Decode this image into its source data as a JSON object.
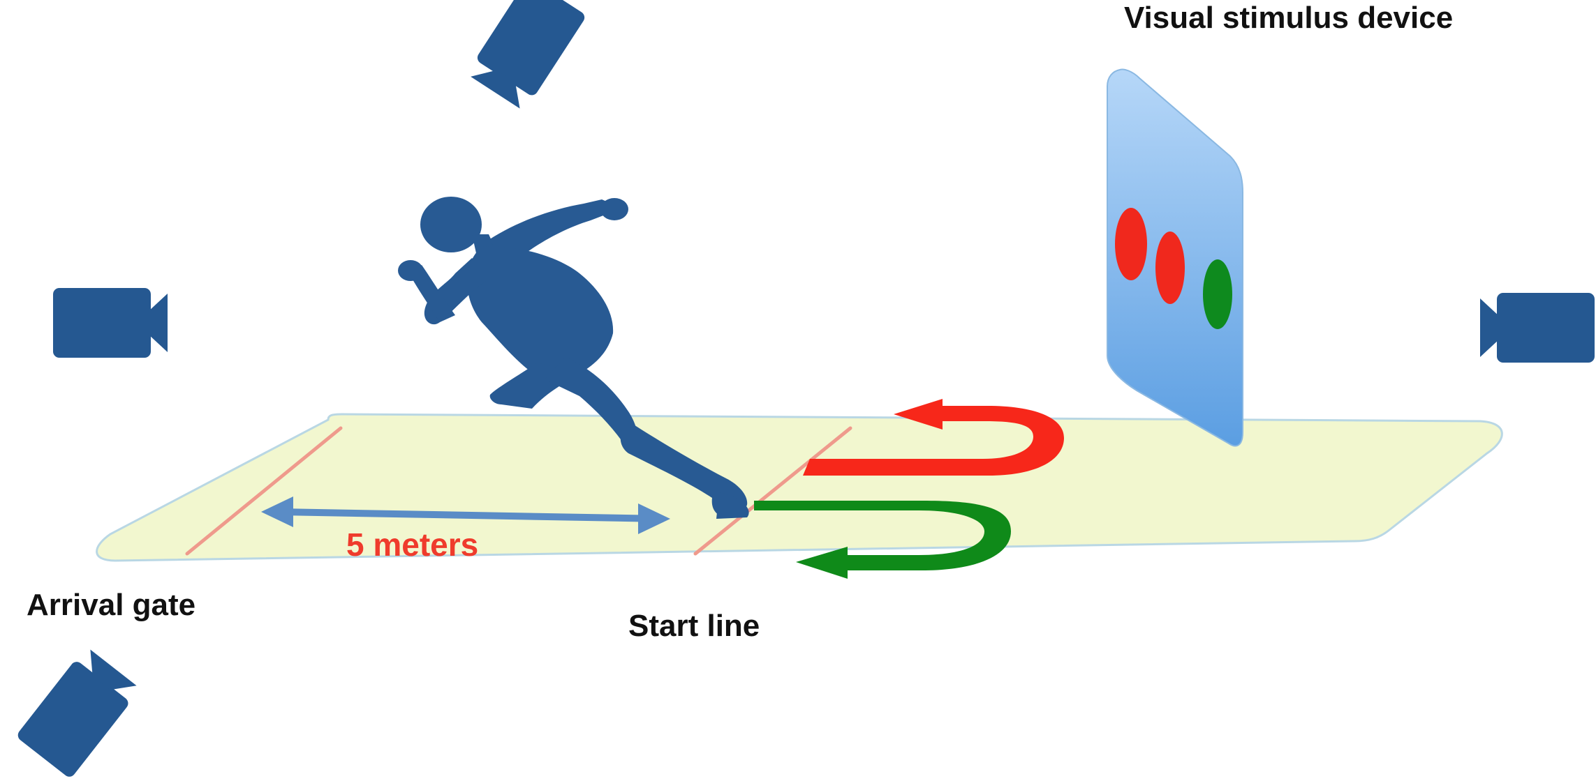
{
  "labels": {
    "visual_stimulus_device": "Visual stimulus device",
    "arrival_gate": "Arrival gate",
    "start_line": "Start line",
    "distance": "5 meters"
  },
  "icons": {
    "camera": "video-camera-icon",
    "runner": "sprinter-silhouette-icon",
    "stimulus_light": "stimulus-light-icon",
    "turn_arrow": "u-turn-arrow-icon",
    "distance_arrow": "double-headed-arrow-icon"
  },
  "colors": {
    "camera_blue": "#255891",
    "runner_blue": "#285a93",
    "track_fill": "#f2f7cf",
    "track_edge": "#b9d7e4",
    "gate_line": "#ef9a8c",
    "distance_arrow": "#5a8cc6",
    "distance_text": "#ef3b2c",
    "turn_red": "#f7271a",
    "turn_green": "#0f8a19",
    "panel_top": "#b3d5f7",
    "panel_bottom": "#5b9de0",
    "light_red": "#f0281d",
    "light_green": "#0e8a1e"
  },
  "stimulus_lights": [
    "red",
    "red",
    "green"
  ]
}
